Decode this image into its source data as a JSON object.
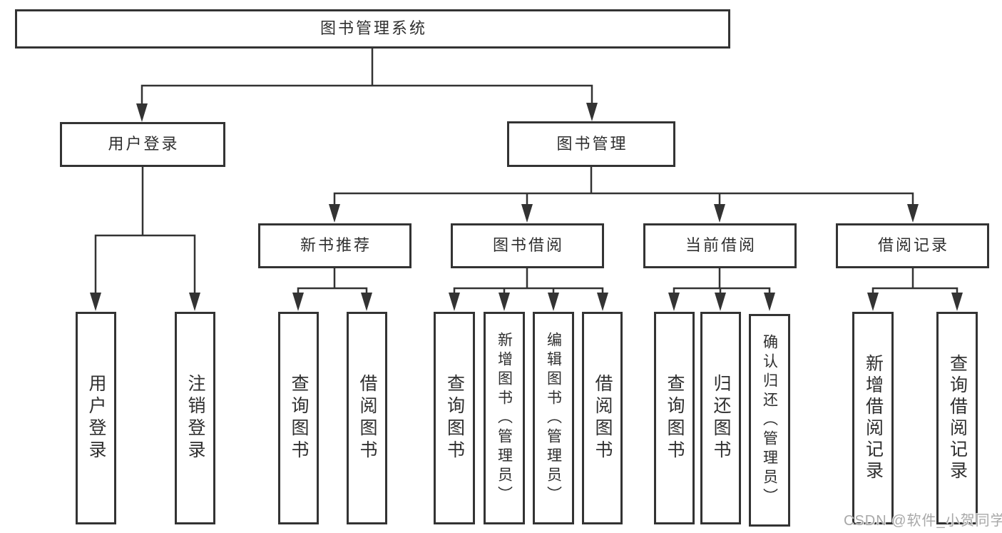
{
  "diagram": {
    "root": {
      "label": "图书管理系统",
      "children": [
        {
          "label": "用户登录",
          "children": [
            {
              "label": "用户登录"
            },
            {
              "label": "注销登录"
            }
          ]
        },
        {
          "label": "图书管理",
          "children": [
            {
              "label": "新书推荐",
              "children": [
                {
                  "label": "查询图书"
                },
                {
                  "label": "借阅图书"
                }
              ]
            },
            {
              "label": "图书借阅",
              "children": [
                {
                  "label": "查询图书"
                },
                {
                  "label": "新增图书（管理员）"
                },
                {
                  "label": "编辑图书（管理员）"
                },
                {
                  "label": "借阅图书"
                }
              ]
            },
            {
              "label": "当前借阅",
              "children": [
                {
                  "label": "查询图书"
                },
                {
                  "label": "归还图书"
                },
                {
                  "label": "确认归还（管理员）"
                }
              ]
            },
            {
              "label": "借阅记录",
              "children": [
                {
                  "label": "新增借阅记录"
                },
                {
                  "label": "查询借阅记录"
                }
              ]
            }
          ]
        }
      ]
    }
  },
  "watermark": {
    "text": "CSDN @软件_小贺同学",
    "color": "#a8a8a8"
  },
  "colors": {
    "line": "#333333",
    "box_border": "#333333",
    "box_background": "#ffffff",
    "text": "#2f2f2f",
    "page_background": "#ffffff"
  }
}
